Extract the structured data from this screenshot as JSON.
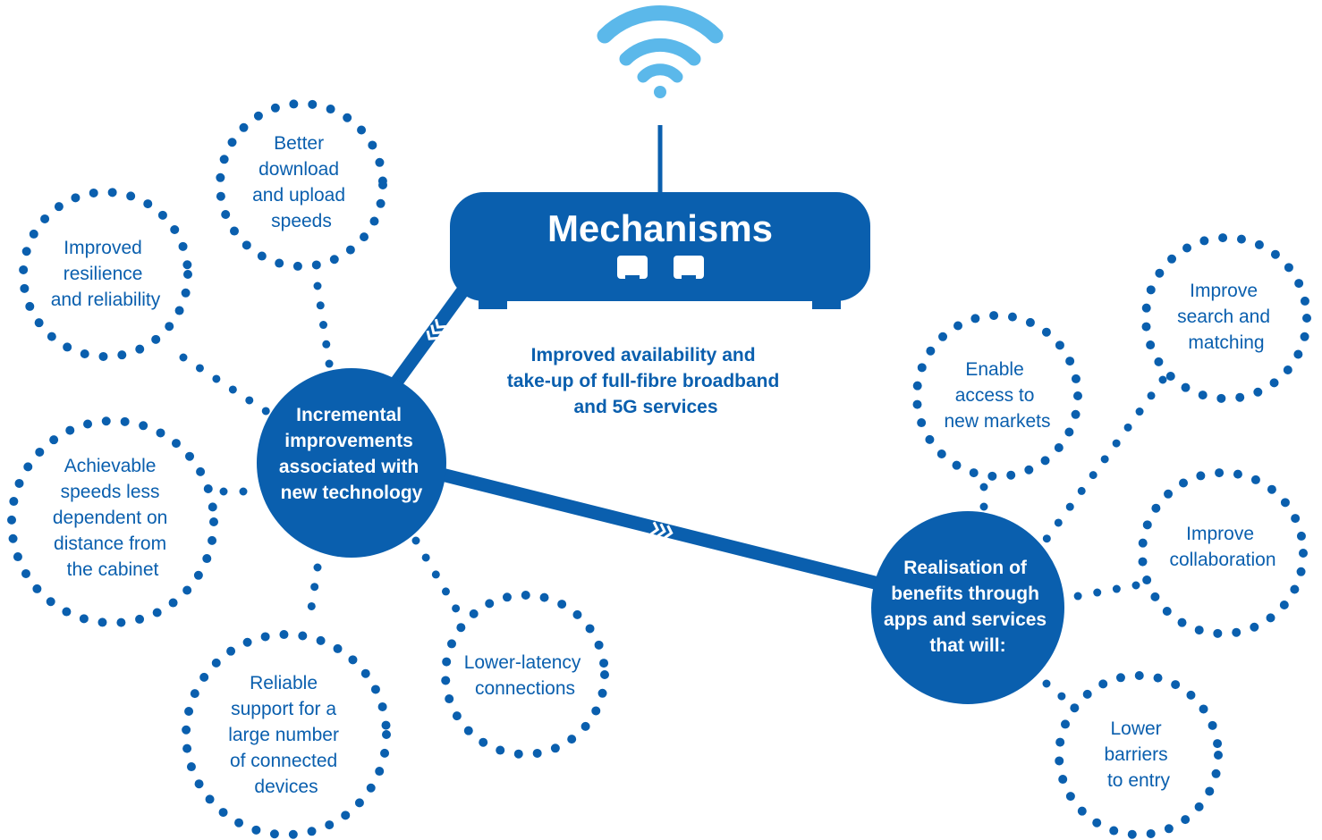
{
  "title": "Mechanisms",
  "caption": [
    "Improved availability and",
    "take-up of full-fibre broadband",
    "and 5G services"
  ],
  "hubs": {
    "incremental": [
      "Incremental",
      "improvements",
      "associated with",
      "new technology"
    ],
    "realisation": [
      "Realisation of",
      "benefits through",
      "apps and services",
      "that will:"
    ]
  },
  "bubbles": {
    "better_speeds": [
      "Better",
      "download",
      "and upload",
      "speeds"
    ],
    "resilience": [
      "Improved",
      "resilience",
      "and reliability"
    ],
    "achievable_speeds": [
      "Achievable",
      "speeds less",
      "dependent on",
      "distance from",
      "the cabinet"
    ],
    "connected_devices": [
      "Reliable",
      "support for a",
      "large number",
      "of connected",
      "devices"
    ],
    "latency": [
      "Lower-latency",
      "connections"
    ],
    "new_markets": [
      "Enable",
      "access to",
      "new markets"
    ],
    "search_matching": [
      "Improve",
      "search and",
      "matching"
    ],
    "collaboration": [
      "Improve",
      "collaboration"
    ],
    "barriers": [
      "Lower",
      "barriers",
      "to entry"
    ]
  },
  "colors": {
    "primary": "#0a5fae",
    "wifi": "#5bb8ea",
    "background": "#ffffff"
  },
  "icons": [
    "wifi-icon",
    "router-port-icon"
  ]
}
